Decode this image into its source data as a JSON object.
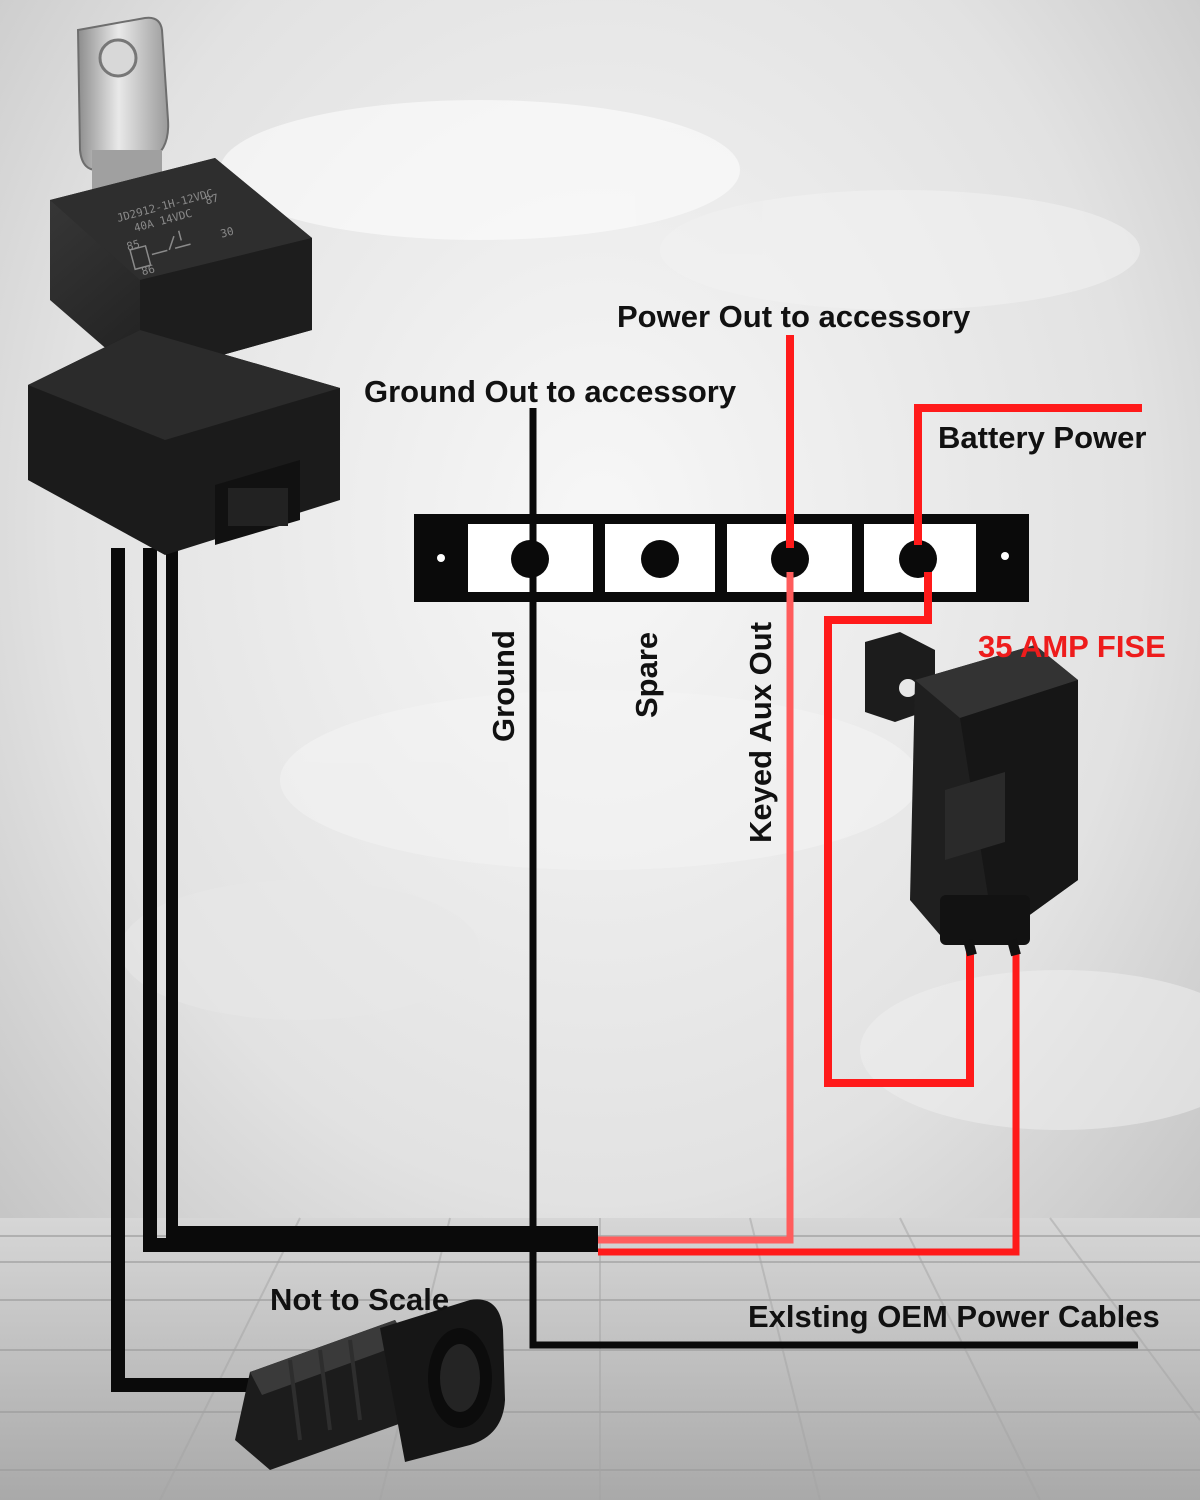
{
  "labels": {
    "power_out": "Power Out to accessory",
    "ground_out": "Ground Out to accessory",
    "battery_power": "Battery Power",
    "fuse_rating": "35 AMP FISE",
    "terminal_ground": "Ground",
    "terminal_spare": "Spare",
    "terminal_keyed_aux": "Keyed Aux Out",
    "not_to_scale": "Not to Scale",
    "existing_oem": "Exlsting OEM Power Cables"
  },
  "relay": {
    "model_text": "JD2912-1H-12VDC",
    "rating_text": "40A 14VDC",
    "pin_87": "87",
    "pin_85": "85",
    "pin_86": "86",
    "pin_30": "30"
  },
  "colors": {
    "wire_black": "#0a0a0a",
    "wire_red": "#ff1a1a",
    "wire_light_red": "#ff5c5c",
    "label_red": "#ee1c1c",
    "floor": "#c9c9c9",
    "background": "#dedede"
  },
  "icons": {
    "relay": "relay-icon",
    "fuse_holder": "fuse-holder-icon",
    "connector": "connector-plug-icon",
    "terminal_block": "terminal-block-icon"
  }
}
